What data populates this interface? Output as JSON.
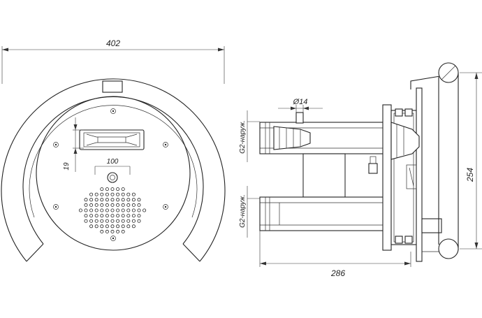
{
  "dimensions": {
    "overall_width": "402",
    "rail_spacing": "254",
    "body_length": "286",
    "nozzle_diameter": "Ø14",
    "offset_vertical": "19",
    "offset_horizontal": "100"
  },
  "labels": {
    "upper_thread": "G2-наруж.",
    "lower_thread": "G2-наруж."
  },
  "colors": {
    "line": "#222222",
    "background": "#ffffff"
  }
}
